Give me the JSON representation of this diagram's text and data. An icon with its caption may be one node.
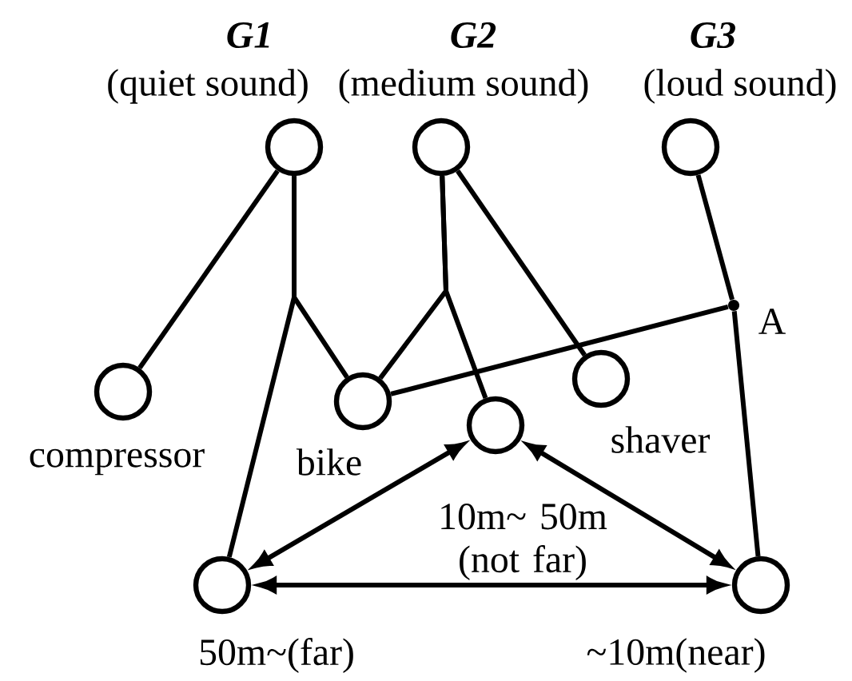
{
  "diagram": {
    "nodes": [
      {
        "text": [
          "G1",
          "(quiet sound)"
        ]
      },
      {
        "text": [
          "G2",
          "(medium sound)"
        ]
      },
      {
        "text": [
          "G3",
          "(loud sound)"
        ]
      },
      {
        "text": [
          "compressor"
        ]
      },
      {
        "text": [
          "bike"
        ]
      },
      {
        "text": [
          "A"
        ]
      },
      {
        "text": [
          "10m~ 50m (not far)"
        ]
      },
      {
        "text": [
          "shaver"
        ]
      },
      {
        "text": [
          "50m~(far)"
        ]
      },
      {
        "text": [
          "~10m(near)"
        ]
      }
    ],
    "edges": [
      {
        "from": 0,
        "to": 3,
        "arrow": "none"
      },
      {
        "from": 0,
        "to": 4,
        "arrow": "none"
      },
      {
        "from": 0,
        "to": 8,
        "arrow": "none"
      },
      {
        "from": 1,
        "to": 4,
        "arrow": "none"
      },
      {
        "from": 1,
        "to": 6,
        "arrow": "none"
      },
      {
        "from": 1,
        "to": 7,
        "arrow": "none"
      },
      {
        "from": 2,
        "to": 5,
        "arrow": "none"
      },
      {
        "from": 5,
        "to": 9,
        "arrow": "none"
      },
      {
        "from": 4,
        "to": 5,
        "arrow": "none"
      },
      {
        "from": 8,
        "to": 6,
        "arrow": "both"
      },
      {
        "from": 6,
        "to": 9,
        "arrow": "both"
      },
      {
        "from": 8,
        "to": 9,
        "arrow": "both"
      }
    ]
  }
}
